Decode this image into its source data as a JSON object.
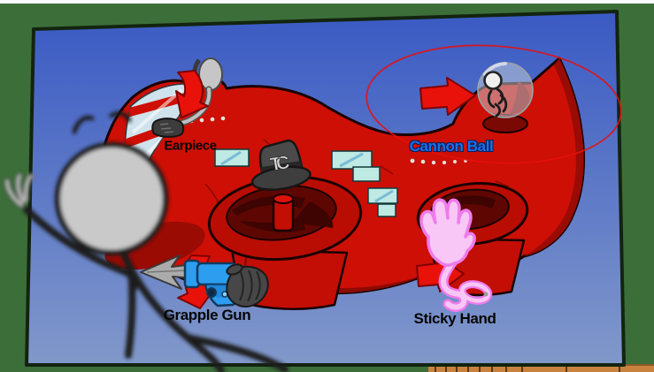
{
  "game": {
    "screen": "item-selection",
    "items": [
      {
        "id": "earpiece",
        "label": "Earpiece",
        "label_color": "#050505"
      },
      {
        "id": "cannon-ball",
        "label": "Cannon Ball",
        "label_color": "#1B70E8"
      },
      {
        "id": "grapple-gun",
        "label": "Grapple Gun",
        "label_color": "#050505"
      },
      {
        "id": "sticky-hand",
        "label": "Sticky Hand",
        "label_color": "#050505"
      }
    ]
  },
  "scene": {
    "hat_monogram": "TC",
    "background_green": "#3C6E3A",
    "sky_top": "#3A5AC4",
    "sky_bottom": "#8198CA",
    "ship_red": "#CE0F05",
    "ship_dark_red": "#8E0A04",
    "arrow_red": "#E8120A",
    "highlight_ellipse_red": "#E8100C",
    "window_teal": "#BFE9E3",
    "windshield_blue": "#CFEAF4",
    "grapple_gun_blue": "#2D9DF0",
    "sticky_hand_pink": "#F8C7F6",
    "sticky_hand_outline": "#EF7BEB",
    "desk_orange": "#C9823E",
    "top_strip_white": "#FBFBFB"
  },
  "icons": {
    "red_arrow": "block-arrow-pointer",
    "earpiece": "headset-on-mount",
    "top_hat": "tophat-with-monogram",
    "cannon_dome": "glass-dome-with-curled-stickman",
    "grapple_gun": "pistol-with-hook",
    "sticky_hand": "toy-hand-on-cord",
    "character": "stick-figure-waving"
  }
}
